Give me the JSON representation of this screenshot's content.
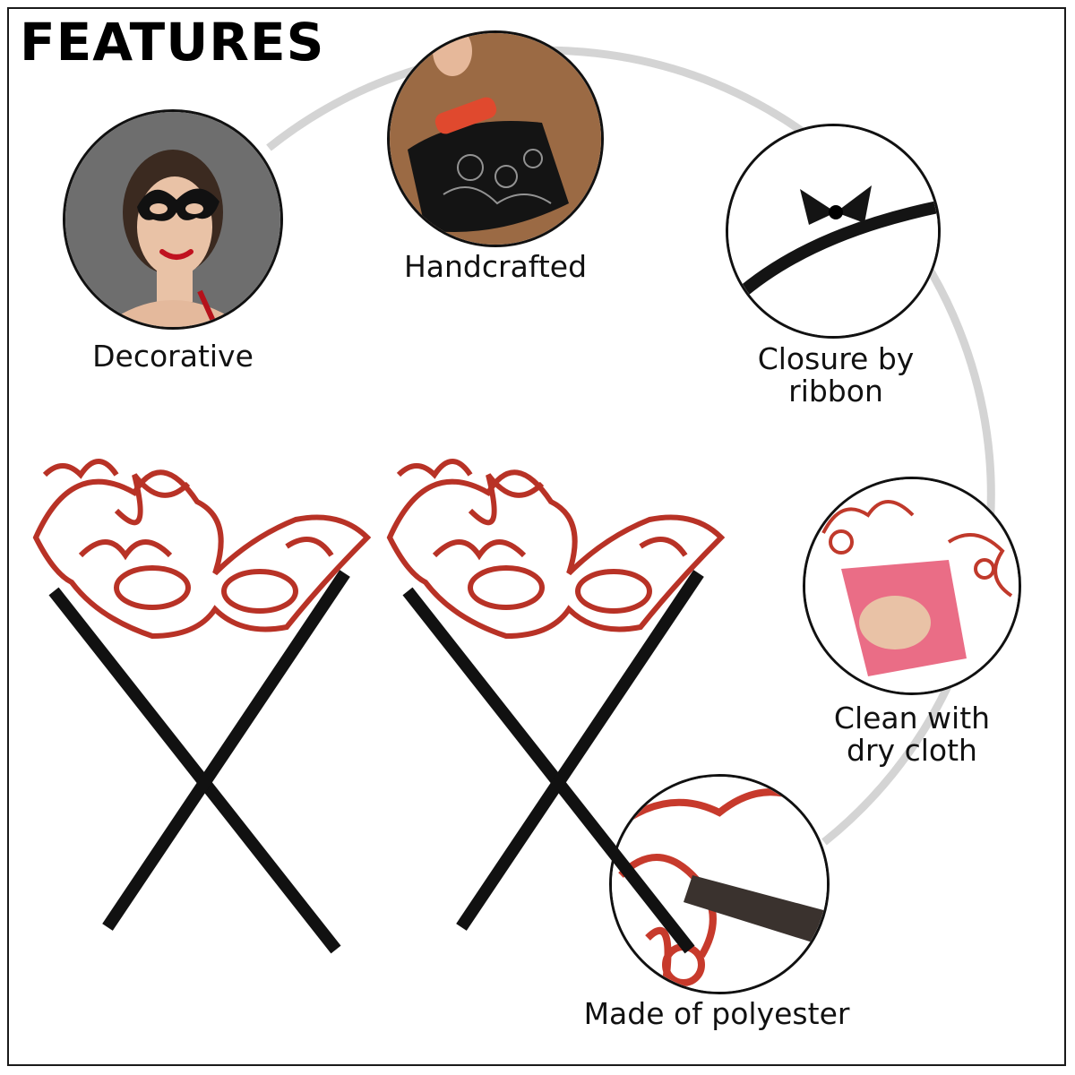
{
  "title": "FEATURES",
  "features": [
    {
      "label": "Decorative",
      "icon": "woman-wearing-mask-photo"
    },
    {
      "label": "Handcrafted",
      "icon": "hand-sewing-lace-photo"
    },
    {
      "label": "Closure by\nribbon",
      "icon": "black-ribbon-bow-photo"
    },
    {
      "label": "Clean with\ndry cloth",
      "icon": "pink-cloth-cleaning-photo"
    },
    {
      "label": "Made of polyester",
      "icon": "lace-closeup-photo"
    }
  ],
  "colors": {
    "lace": "#c0392b",
    "ribbon": "#111111",
    "arc": "#cfcfcf"
  }
}
